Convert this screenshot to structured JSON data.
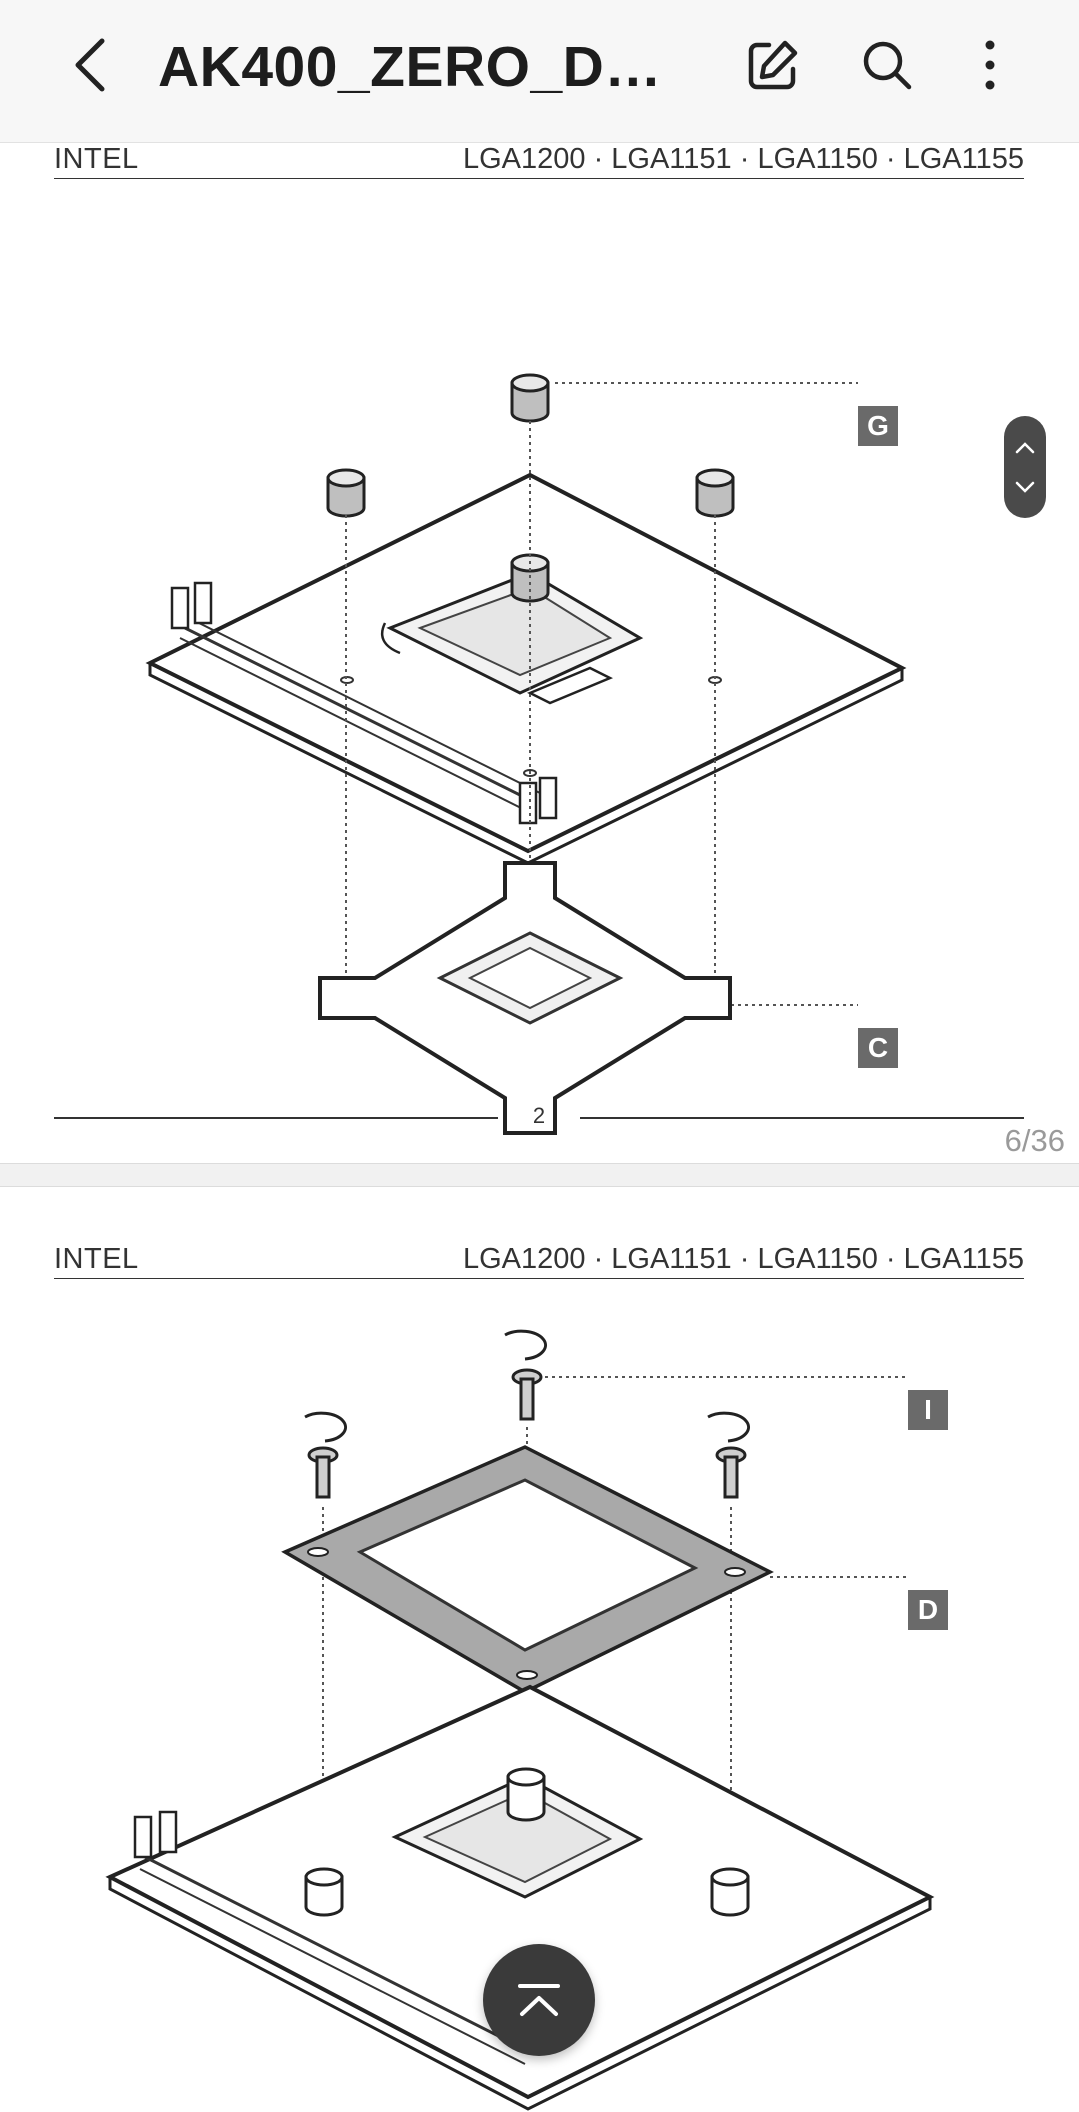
{
  "appbar": {
    "title": "AK400_ZERO_DARK_PLUS_manual"
  },
  "icons": {
    "back": "chevron-left-icon",
    "edit": "edit-icon",
    "search": "search-icon",
    "more": "more-vert-icon",
    "scroll_up": "chevron-up-icon",
    "scroll_down": "chevron-down-icon",
    "to_top": "arrow-to-top-icon"
  },
  "pages": [
    {
      "header_left": "INTEL",
      "header_right": "LGA1200 · LGA1151 · LGA1150 · LGA1155",
      "labels": [
        "G",
        "C"
      ],
      "page_number": "2"
    },
    {
      "header_left": "INTEL",
      "header_right": "LGA1200 · LGA1151 · LGA1150 · LGA1155",
      "labels": [
        "I",
        "D"
      ]
    }
  ],
  "page_indicator": "6/36",
  "colors": {
    "appbar_bg": "#f7f7f7",
    "label_bg": "#6a6a6a",
    "fab_bg": "#3a3a3a"
  }
}
